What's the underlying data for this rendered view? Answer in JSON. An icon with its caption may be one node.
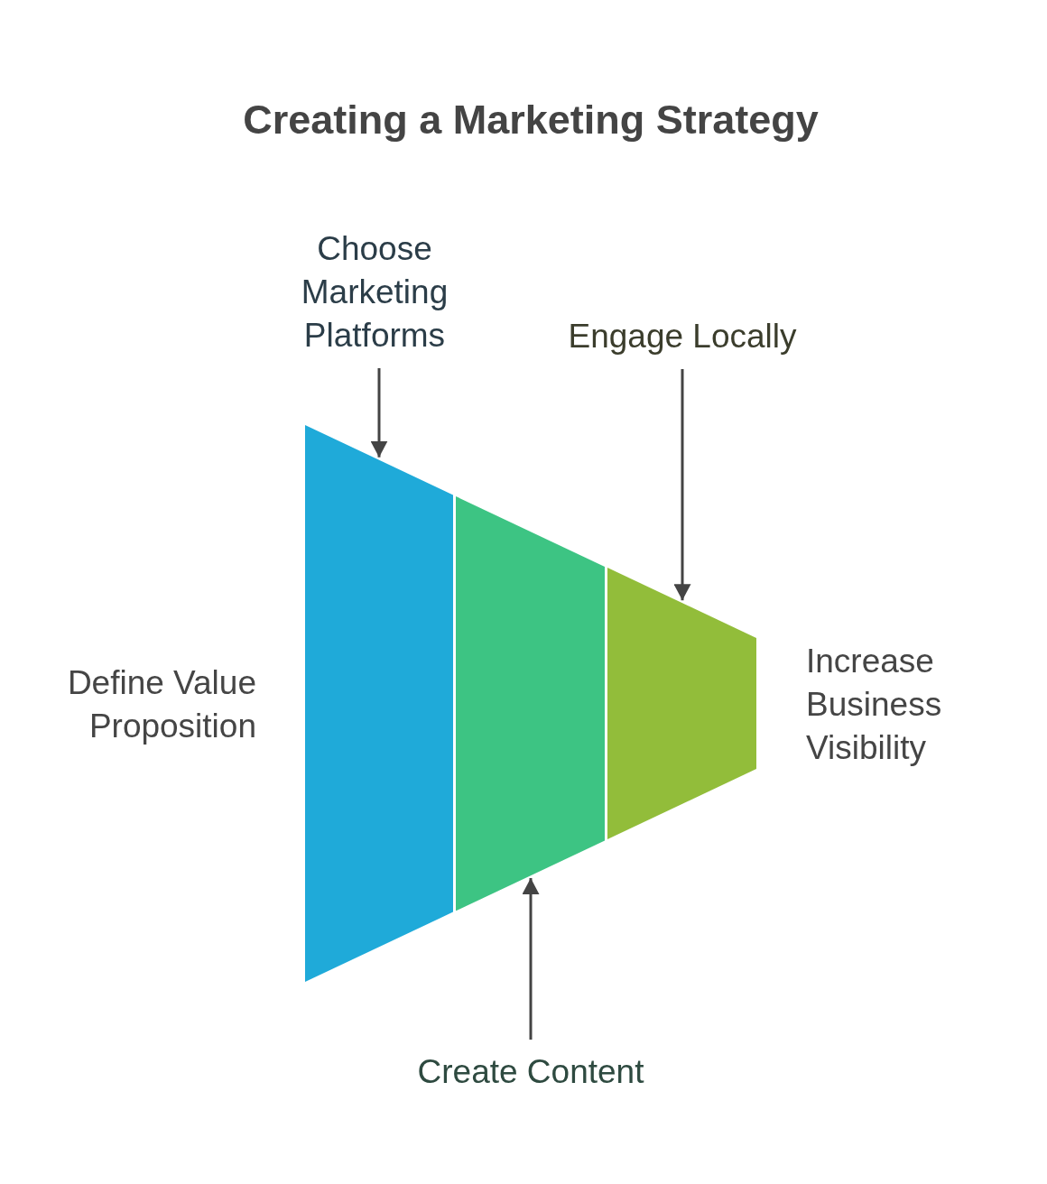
{
  "diagram": {
    "title": "Creating a Marketing Strategy",
    "nodes": [
      {
        "text": [
          "Choose Marketing Platforms"
        ]
      },
      {
        "text": [
          "Engage Locally"
        ]
      },
      {
        "text": [],
        "shape": "trapezoid"
      },
      {
        "text": [],
        "shape": "trapezoid"
      },
      {
        "text": [],
        "shape": "trapezoid"
      },
      {
        "text": [
          "Create Content"
        ]
      }
    ],
    "edges": [
      {
        "from": 0,
        "to": 2,
        "arrow": "to"
      },
      {
        "from": 1,
        "to": 4,
        "arrow": "to"
      },
      {
        "from": 5,
        "to": 3,
        "arrow": "to"
      }
    ],
    "labels": [
      "Define Value Proposition",
      "Increase Business Visibility"
    ]
  }
}
